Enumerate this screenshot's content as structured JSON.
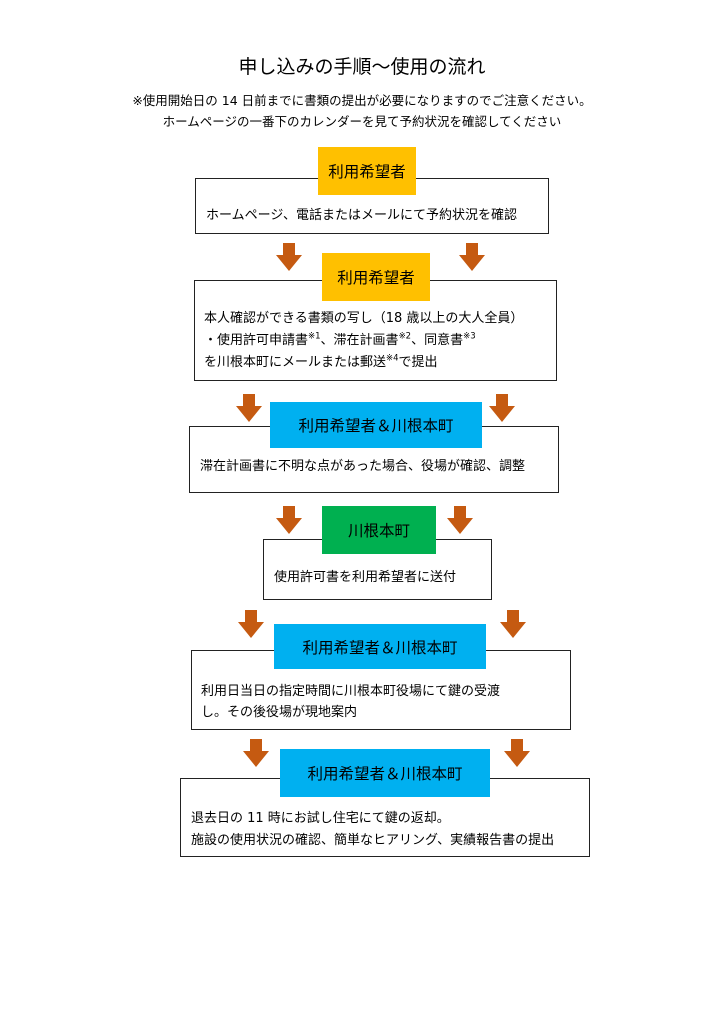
{
  "header": {
    "title": "申し込みの手順～使用の流れ",
    "note1": "※使用開始日の 14 日前までに書類の提出が必要になりますのでご注意ください。",
    "note2": "ホームページの一番下のカレンダーを見て予約状況を確認してください"
  },
  "colors": {
    "orange_tag": "#FFC000",
    "blue_tag": "#00B0F0",
    "green_tag": "#00B050",
    "arrow": "#C55A11"
  },
  "icons": {
    "arrow": "down-arrow-icon"
  },
  "steps": [
    {
      "tag": "利用希望者",
      "lines": [
        "ホームページ、電話またはメールにて予約状況を確認"
      ]
    },
    {
      "tag": "利用希望者",
      "line1": "本人確認ができる書類の写し（18 歳以上の大人全員）",
      "line2_a": "・使用許可申請書",
      "line2_sup1": "※1",
      "line2_b": "、滞在計画書",
      "line2_sup2": "※2",
      "line2_c": "、同意書",
      "line2_sup3": "※3",
      "line3_a": "を川根本町にメールまたは郵送",
      "line3_sup4": "※4",
      "line3_b": "で提出"
    },
    {
      "tag": "利用希望者＆川根本町",
      "lines": [
        "滞在計画書に不明な点があった場合、役場が確認、調整"
      ]
    },
    {
      "tag": "川根本町",
      "lines": [
        "使用許可書を利用希望者に送付"
      ]
    },
    {
      "tag": "利用希望者＆川根本町",
      "lines": [
        "利用日当日の指定時間に川根本町役場にて鍵の受渡",
        "し。その後役場が現地案内"
      ]
    },
    {
      "tag": "利用希望者＆川根本町",
      "lines": [
        "退去日の 11 時にお試し住宅にて鍵の返却。",
        "施設の使用状況の確認、簡単なヒアリング、実績報告書の提出"
      ]
    }
  ]
}
